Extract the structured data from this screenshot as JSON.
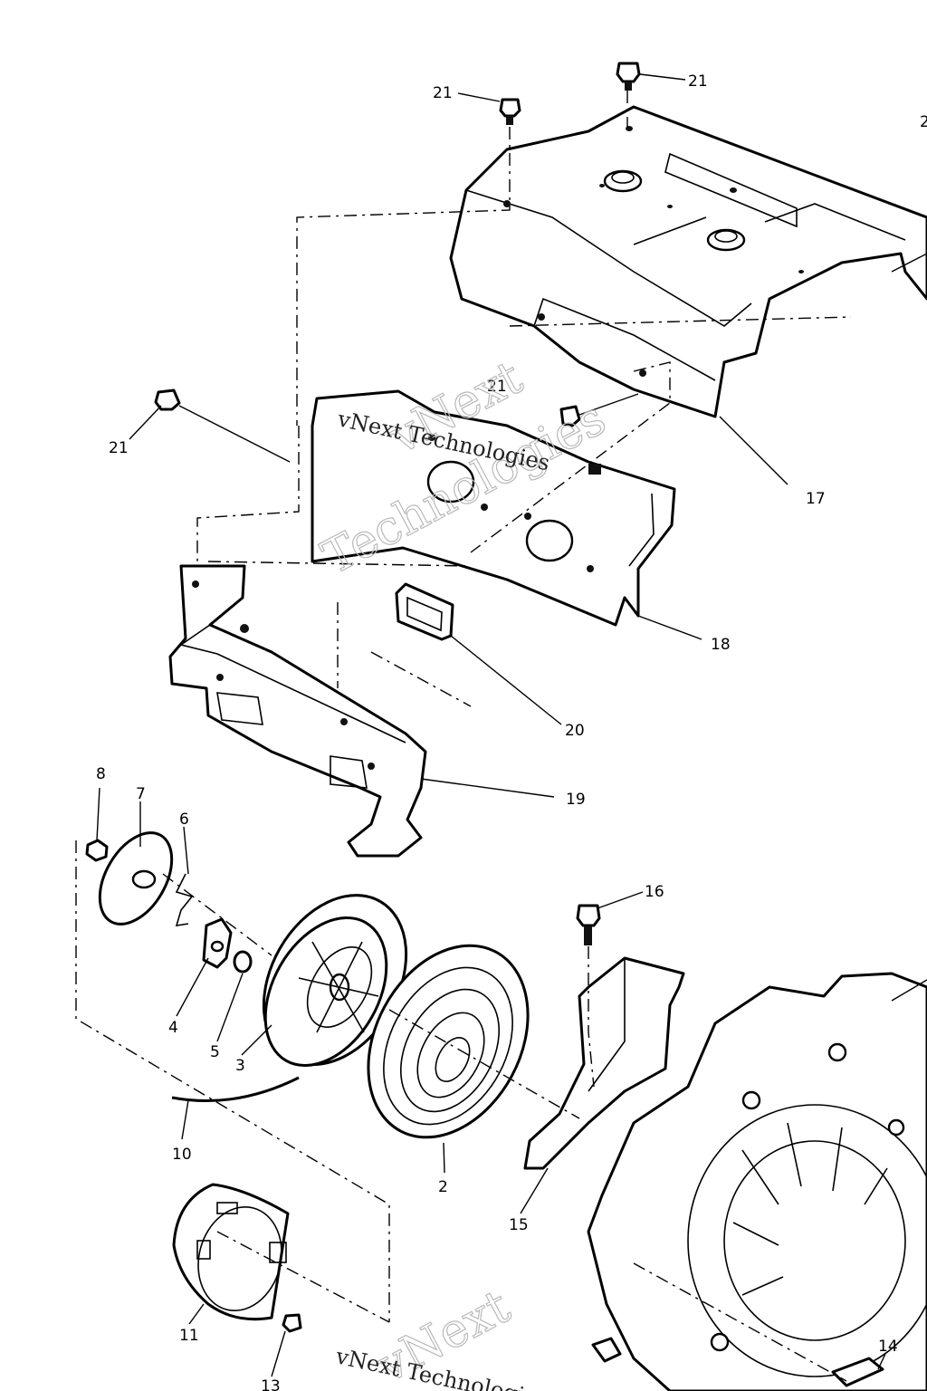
{
  "callouts": {
    "c2": "2",
    "c3": "3",
    "c4": "4",
    "c5": "5",
    "c6": "6",
    "c7": "7",
    "c8": "8",
    "c10": "10",
    "c11": "11",
    "c13": "13",
    "c14": "14",
    "c15": "15",
    "c16": "16",
    "c17": "17",
    "c18": "18",
    "c19": "19",
    "c20": "20",
    "c21a": "21",
    "c21b": "21",
    "c21c": "21",
    "c21d": "21",
    "c_edge": "2"
  },
  "watermark": {
    "line1": "vNext",
    "line2": "Technologies",
    "small": "vNext Technologies"
  }
}
